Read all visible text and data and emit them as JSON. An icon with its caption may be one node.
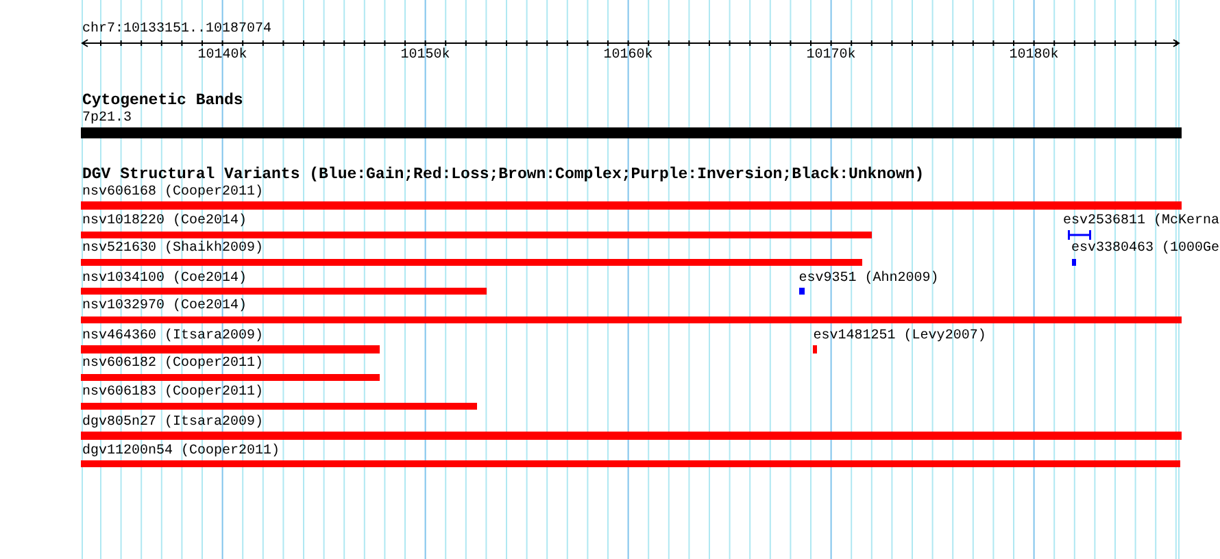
{
  "diagram": {
    "nodes": [
      {
        "text": [
          "7p21.3"
        ]
      },
      {
        "text": [
          "nsv606168 (Cooper2011)"
        ]
      },
      {
        "text": [
          "nsv1018220 (Coe2014)"
        ]
      },
      {
        "text": [
          "esv2536811 (McKerna"
        ]
      },
      {
        "text": [
          "nsv521630 (Shaikh2009)"
        ]
      },
      {
        "text": [
          "esv3380463 (1000Ge"
        ]
      },
      {
        "text": [
          "nsv1034100 (Coe2014)"
        ]
      },
      {
        "text": [
          "esv9351 (Ahn2009)"
        ]
      },
      {
        "text": [
          "nsv1032970 (Coe2014)"
        ]
      },
      {
        "text": [
          "nsv464360 (Itsara2009)"
        ]
      },
      {
        "text": [
          "esv1481251 (Levy2007)"
        ]
      },
      {
        "text": [
          "nsv606182 (Cooper2011)"
        ]
      },
      {
        "text": [
          "nsv606183 (Cooper2011)"
        ]
      },
      {
        "text": [
          "dgv805n27 (Itsara2009)"
        ]
      },
      {
        "text": [
          "dgv11200n54 (Cooper2011)"
        ]
      }
    ],
    "labels": [
      "chr7:10133151..10187074",
      "10140k",
      "10150k",
      "10160k",
      "10170k",
      "10180k",
      "Cytogenetic Bands",
      "DGV Structural Variants (Blue:Gain;Red:Loss;Brown:Complex;Purple:Inversion;Black:Unknown)"
    ]
  }
}
